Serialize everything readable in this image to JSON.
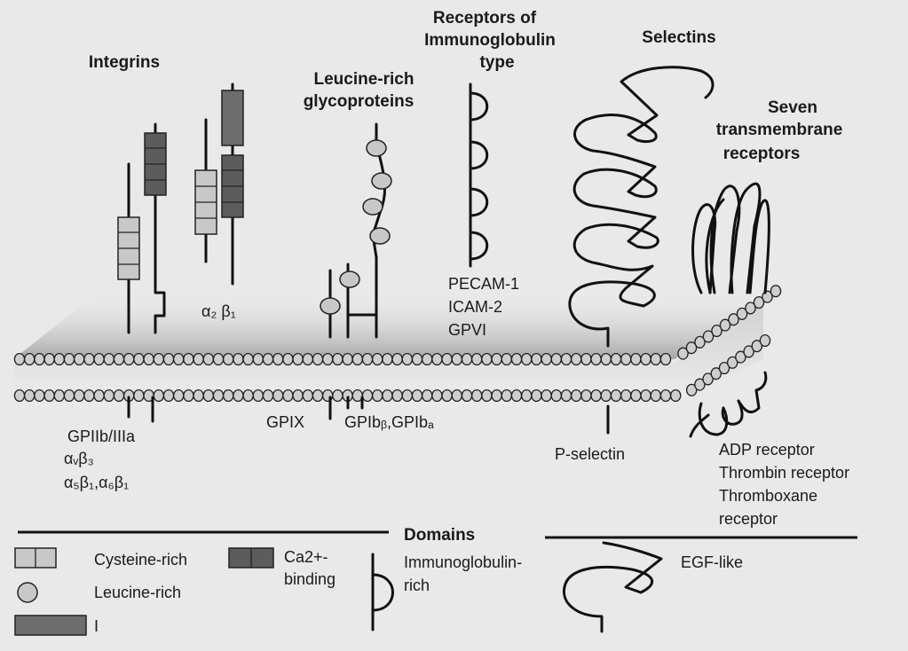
{
  "labels": {
    "integrins": "Integrins",
    "leucine_rich_1": "Leucine-rich",
    "leucine_rich_2": "glycoproteins",
    "receptors_ig_1": "Receptors of",
    "receptors_ig_2": "Immunoglobulin",
    "receptors_ig_3": "type",
    "selectins": "Selectins",
    "seven_tm_1": "Seven",
    "seven_tm_2": "transmembrane",
    "seven_tm_3": "receptors",
    "a2b1": "α₂ β₁",
    "pecam": "PECAM-1",
    "icam": "ICAM-2",
    "gpvi": "GPVI",
    "gpiib": "GPIIb/IIIa",
    "avb3": "αᵥβ₃",
    "a5b1": "α₅β₁,α₆β₁",
    "gpix": "GPIX",
    "gpib": "GPIbᵦ,GPIbₐ",
    "pselectin": "P-selectin",
    "adp": "ADP receptor",
    "thrombin": "Thrombin receptor",
    "thromboxane_1": "Thromboxane",
    "thromboxane_2": "receptor"
  },
  "legend": {
    "title": "Domains",
    "cysteine": "Cysteine-rich",
    "leucine": "Leucine-rich",
    "i_domain": "I",
    "ca_1": "Ca2+-",
    "ca_2": "binding",
    "ig_1": "Immunoglobulin-",
    "ig_2": "rich",
    "egf": "EGF-like"
  }
}
